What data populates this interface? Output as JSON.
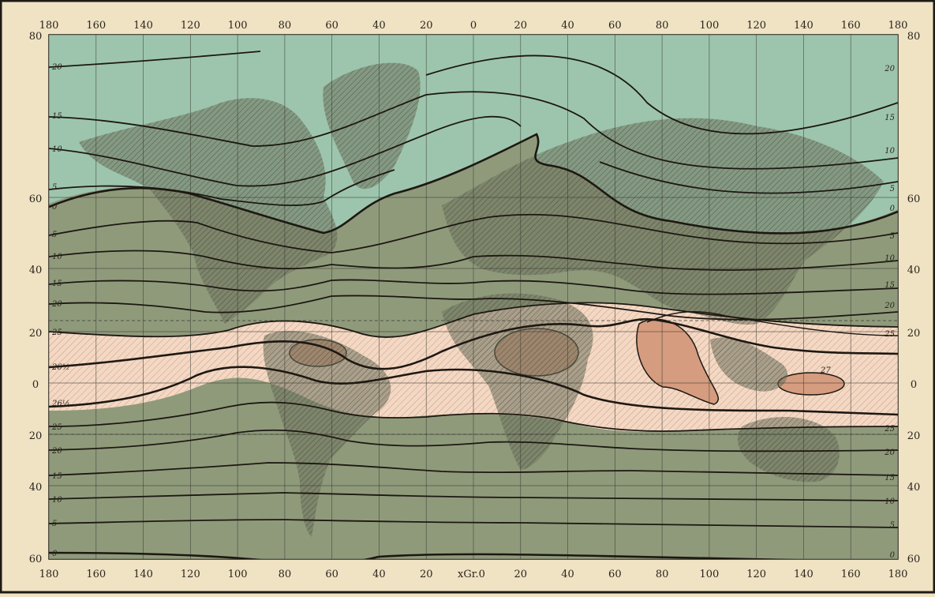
{
  "map": {
    "longitude_labels_top": [
      "180",
      "160",
      "140",
      "120",
      "100",
      "80",
      "60",
      "40",
      "20",
      "0",
      "20",
      "40",
      "60",
      "80",
      "100",
      "120",
      "140",
      "160",
      "180"
    ],
    "longitude_labels_bottom": [
      "180",
      "160",
      "140",
      "120",
      "100",
      "80",
      "60",
      "40",
      "20",
      "0",
      "20",
      "40",
      "60",
      "80",
      "100",
      "120",
      "140",
      "160",
      "180"
    ],
    "prime_meridian_label": "xGr.0",
    "latitude_labels_left": [
      "80",
      "60",
      "40",
      "20",
      "0",
      "20",
      "40",
      "60"
    ],
    "latitude_labels_right": [
      "80",
      "60",
      "40",
      "20",
      "0",
      "20",
      "40",
      "60"
    ],
    "isotherms_north": [
      "20",
      "15",
      "10",
      "5",
      "0",
      "5",
      "10",
      "15",
      "20",
      "25"
    ],
    "isotherms_south": [
      "25",
      "20",
      "15",
      "10",
      "5",
      "0"
    ],
    "equatorial_labels": [
      "26½",
      "26½",
      "27"
    ],
    "colors": {
      "paper": "#efe3c4",
      "frame": "#1f1b16",
      "polar_zone": "#9dc5ad",
      "temperate_zone": "#8f9a7b",
      "land_overlay": "#6f755e",
      "tropical_zone": "#f3d8c3",
      "hot_spot": "#d59c7f",
      "isotherm_line": "#1d1812",
      "grid_line": "#3a3a32"
    }
  }
}
